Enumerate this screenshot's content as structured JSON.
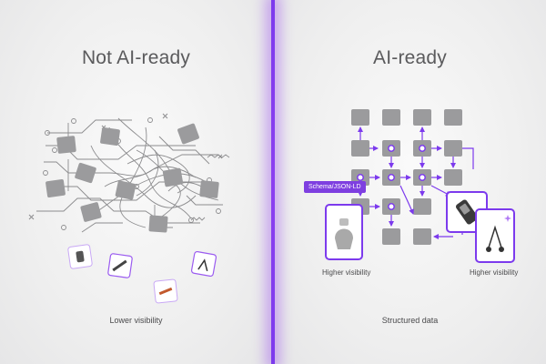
{
  "left": {
    "title": "Not AI-ready",
    "caption": "Lower visibility"
  },
  "right": {
    "title": "AI-ready",
    "caption": "Structured data",
    "schema_tag": "Schema/JSON-LD",
    "product_label_left": "Higher visibility",
    "product_label_right": "Higher visibility"
  },
  "colors": {
    "accent": "#7c3aed",
    "node": "#9a9a9c",
    "line": "#8c8c8e"
  },
  "icons": [
    "product-thumbnail-icon",
    "sunglasses-icon",
    "sparkle-icon",
    "connector-node-icon"
  ]
}
